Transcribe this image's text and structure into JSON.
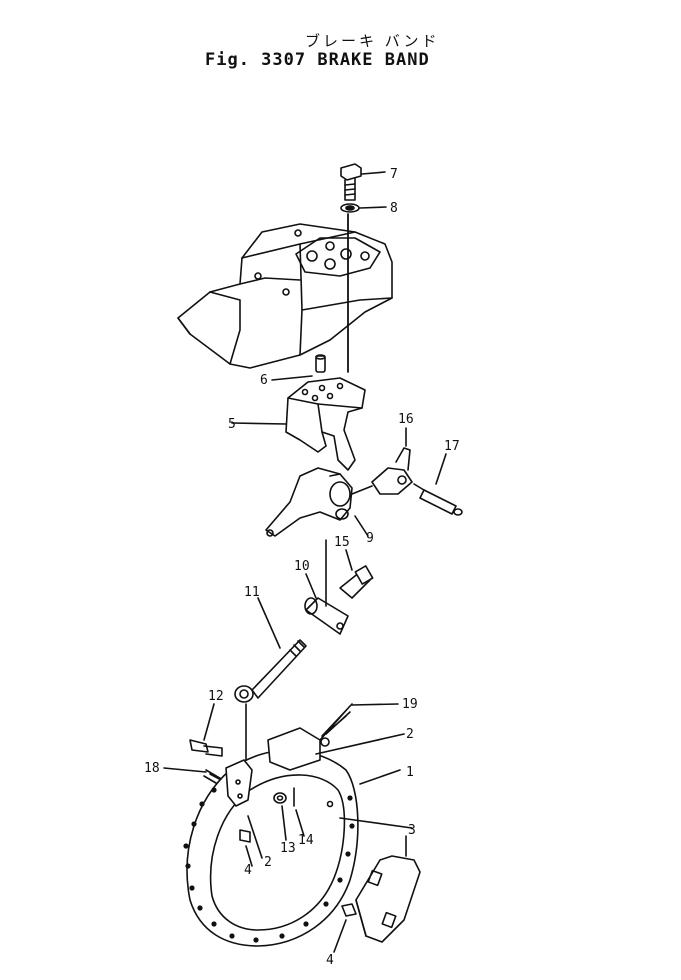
{
  "title": {
    "japanese": "ブレーキ バンド",
    "english": "Fig. 3307  BRAKE BAND"
  },
  "callouts": [
    "7",
    "8",
    "6",
    "5",
    "16",
    "17",
    "9",
    "15",
    "10",
    "11",
    "12",
    "19",
    "2",
    "1",
    "18",
    "3",
    "2",
    "13",
    "14",
    "4",
    "4"
  ]
}
